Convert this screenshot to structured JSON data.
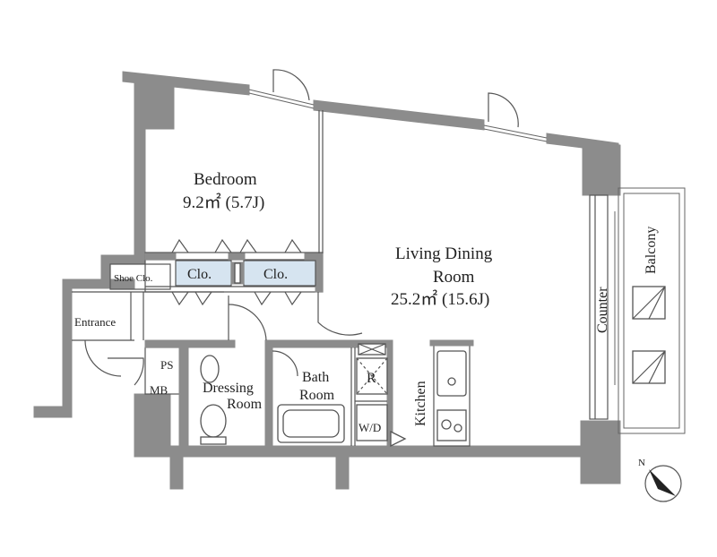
{
  "rooms": {
    "bedroom": {
      "name": "Bedroom",
      "area": "9.2㎡ (5.7J)"
    },
    "living": {
      "name_line1": "Living Dining",
      "name_line2": "Room",
      "area": "25.2㎡ (15.6J)"
    },
    "closet_1": "Clo.",
    "closet_2": "Clo.",
    "shoe_closet": "Shoe Clo.",
    "entrance": "Entrance",
    "ps": "PS",
    "mb": "MB",
    "dressing_line1": "Dressing",
    "dressing_line2": "Room",
    "bath_line1": "Bath",
    "bath_line2": "Room",
    "kitchen": "Kitchen",
    "counter": "Counter",
    "balcony": "Balcony",
    "refrigerator": "R",
    "washer_dryer": "W/D"
  },
  "compass": {
    "label": "N"
  },
  "colors": {
    "wall": "#8c8c8c",
    "closet_fill": "#d6e4f0",
    "line": "#555555"
  }
}
